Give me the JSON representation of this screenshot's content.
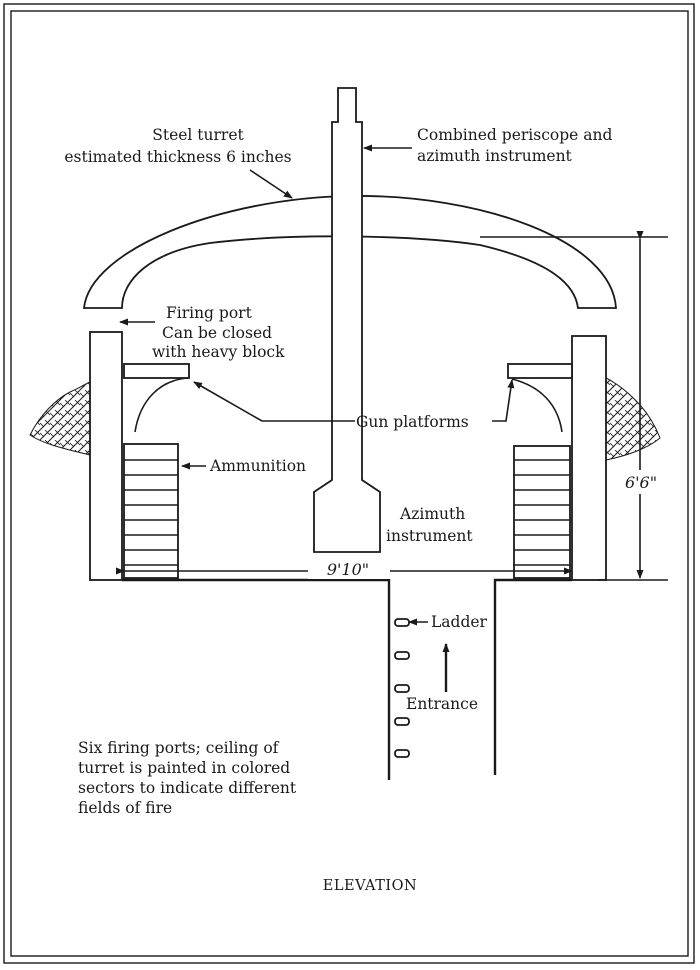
{
  "labels": {
    "steel_turret_line1": "Steel turret",
    "steel_turret_line2": "estimated thickness 6 inches",
    "periscope_line1": "Combined periscope and",
    "periscope_line2": "azimuth instrument",
    "firing_port_line1": "Firing port",
    "firing_port_line2": "Can be closed",
    "firing_port_line3": "with heavy block",
    "gun_platforms": "Gun platforms",
    "ammunition": "Ammunition",
    "azimuth_line1": "Azimuth",
    "azimuth_line2": "instrument",
    "ladder": "Ladder",
    "entrance": "Entrance",
    "note_line1": "Six firing ports; ceiling of",
    "note_line2": "turret is painted in colored",
    "note_line3": "sectors to indicate different",
    "note_line4": "fields of fire",
    "caption": "ELEVATION"
  },
  "dimensions": {
    "width": "9'10\"",
    "height": "6'6\""
  }
}
